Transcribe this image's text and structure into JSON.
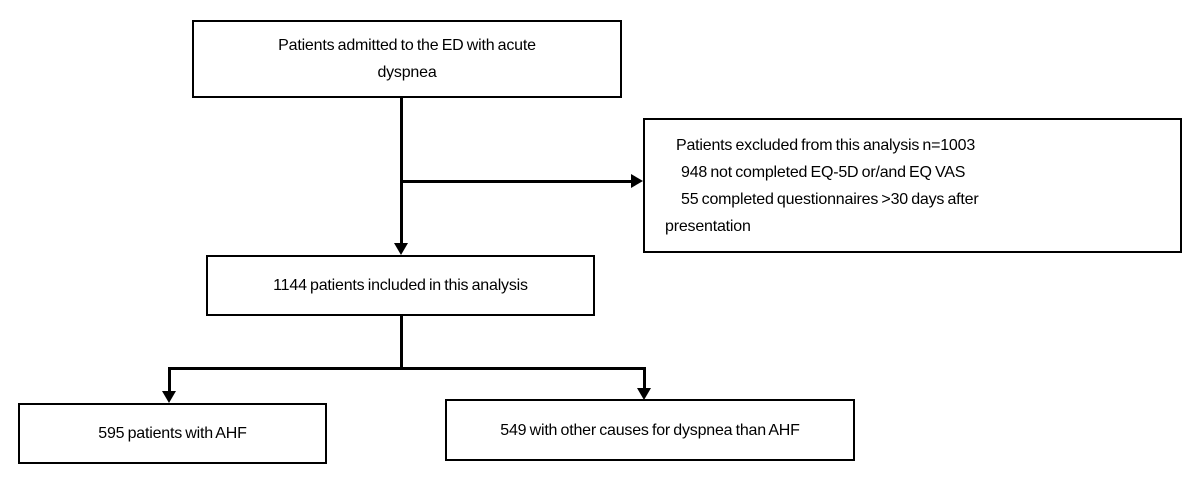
{
  "diagram": {
    "type": "patient-flowchart",
    "background_color": "#ffffff",
    "line_color": "#000000",
    "text_color": "#000000",
    "boxes": {
      "admitted": {
        "text": "Patients admitted to the ED with acute\ndyspnea"
      },
      "excluded": {
        "line1": "Patients excluded from this analysis n=1003",
        "line2": "948 not completed EQ-5D or/and EQ VAS",
        "line3": "55 completed questionnaires >30 days after",
        "line4": "presentation"
      },
      "included": {
        "text": "1144 patients included in this analysis"
      },
      "ahf": {
        "text": "595 patients with AHF"
      },
      "other_causes": {
        "text": "549 with other causes for dyspnea than AHF"
      }
    }
  }
}
